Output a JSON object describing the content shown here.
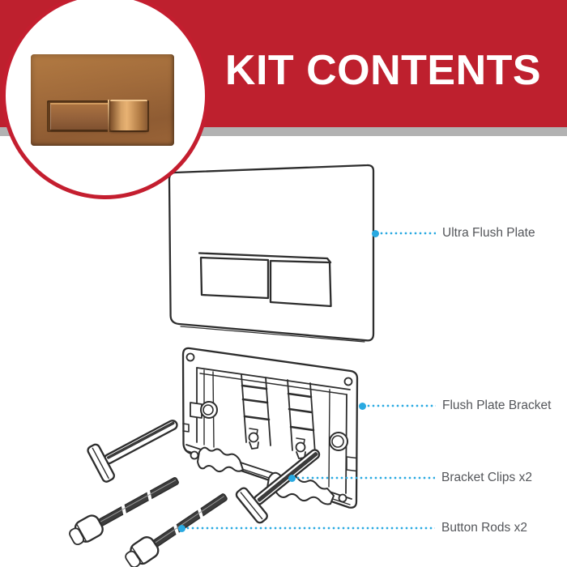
{
  "header": {
    "title": "KIT CONTENTS",
    "banner_color": "#BE202E",
    "shadow_stripe_color": "#B2B2B2",
    "title_color": "#FFFFFF"
  },
  "badge": {
    "image_name": "copper-flush-plate-photo",
    "ring_color": "#C41E2F",
    "plate_color": "#A06B3C"
  },
  "diagram": {
    "stroke_color": "#2D2D2D",
    "parts": [
      {
        "name": "ultra-flush-plate-drawing"
      },
      {
        "name": "flush-plate-bracket-drawing"
      },
      {
        "name": "bracket-clip-drawing"
      },
      {
        "name": "button-rod-drawing"
      }
    ]
  },
  "labels": [
    {
      "text": "Ultra Flush Plate"
    },
    {
      "text": "Flush Plate Bracket"
    },
    {
      "text": "Bracket Clips x2"
    },
    {
      "text": "Button Rods x2"
    }
  ],
  "leader": {
    "color": "#29A9E1",
    "text_color": "#54565A"
  }
}
